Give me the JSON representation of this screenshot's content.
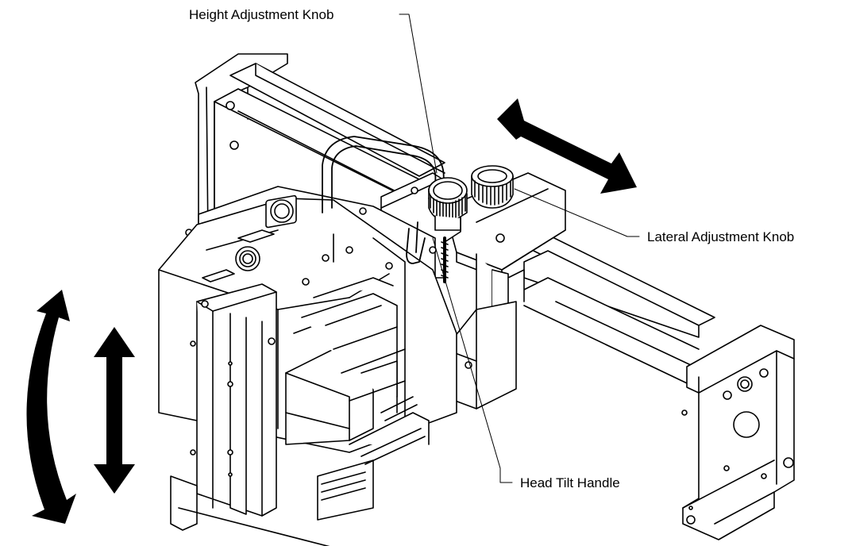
{
  "callouts": {
    "height_adjustment_knob": "Height Adjustment Knob",
    "lateral_adjustment_knob": "Lateral Adjustment Knob",
    "head_tilt_handle": "Head Tilt Handle"
  },
  "colors": {
    "line": "#000000",
    "fill": "#ffffff",
    "arrow": "#000000"
  },
  "icons": {
    "lateral_motion": "double-headed-arrow-icon",
    "vertical_motion": "vertical-double-arrow-icon",
    "tilt_motion": "curved-double-arrow-icon"
  }
}
